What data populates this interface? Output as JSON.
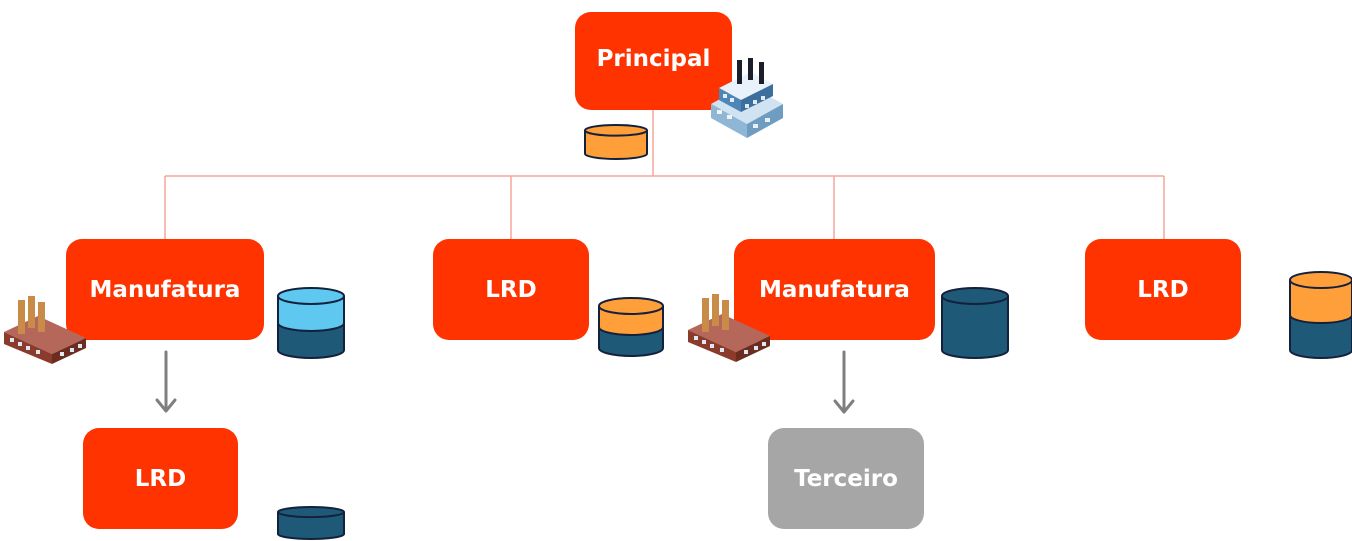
{
  "colors": {
    "node": "#ff3300",
    "third_party": "#a6a6a6",
    "connector": "#f4a79a",
    "arrow": "#7f7f7f",
    "cyl_orange": "#ff9f3a",
    "cyl_light_blue": "#5ec8f0",
    "cyl_dark_blue": "#1e5a78",
    "cyl_outline": "#14213d"
  },
  "nodes": {
    "principal": "Principal",
    "manufacturing_left": "Manufatura",
    "lrd_center": "LRD",
    "manufacturing_right": "Manufatura",
    "lrd_right": "LRD",
    "lrd_bottom": "LRD",
    "third_party": "Terceiro"
  },
  "cylinders": {
    "principal": {
      "fill": 1.0,
      "top_color": "orange",
      "bottom_color": "orange"
    },
    "manufacturing_left": {
      "fill": 0.5,
      "top_color": "light-blue",
      "bottom_color": "dark-blue"
    },
    "lrd_center": {
      "fill": 0.5,
      "top_color": "orange",
      "bottom_color": "dark-blue"
    },
    "manufacturing_right": {
      "fill": 1.0,
      "top_color": "dark-blue",
      "bottom_color": "dark-blue"
    },
    "lrd_right": {
      "fill": 0.5,
      "top_color": "orange",
      "bottom_color": "dark-blue"
    },
    "lrd_bottom": {
      "fill": 1.0,
      "top_color": "dark-blue",
      "bottom_color": "dark-blue"
    }
  },
  "icons": [
    "factory-office-icon",
    "factory-brick-icon",
    "database-cylinder-icon",
    "arrow-down-icon"
  ]
}
